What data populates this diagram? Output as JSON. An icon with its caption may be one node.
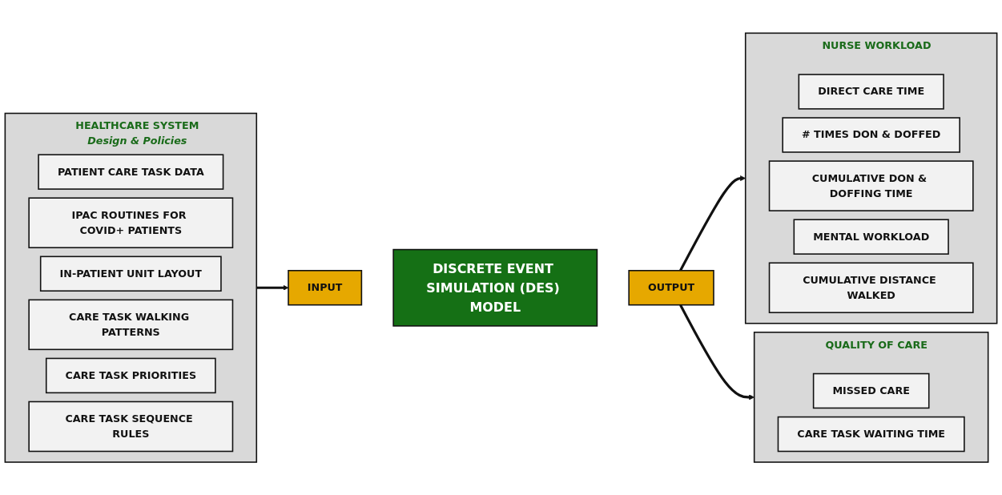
{
  "diagram": {
    "nodes": [
      {
        "text": [
          "HEALTHCARE SYSTEM",
          "Design & Policies"
        ]
      },
      {
        "text": [
          "PATIENT CARE TASK DATA"
        ],
        "in": 0
      },
      {
        "text": [
          "IPAC ROUTINES FOR COVID+ PATIENTS"
        ],
        "in": 0
      },
      {
        "text": [
          "IN-PATIENT UNIT LAYOUT"
        ],
        "in": 0
      },
      {
        "text": [
          "CARE TASK WALKING PATTERNS"
        ],
        "in": 0
      },
      {
        "text": [
          "CARE TASK PRIORITIES"
        ],
        "in": 0
      },
      {
        "text": [
          "CARE TASK SEQUENCE RULES"
        ],
        "in": 0
      },
      {
        "text": [
          "INPUT"
        ]
      },
      {
        "text": [
          "DISCRETE EVENT SIMULATION (DES) MODEL"
        ]
      },
      {
        "text": [
          "OUTPUT"
        ]
      },
      {
        "text": [
          "NURSE WORKLOAD"
        ]
      },
      {
        "text": [
          "DIRECT CARE TIME"
        ],
        "in": 10
      },
      {
        "text": [
          "# TIMES DON & DOFFED"
        ],
        "in": 10
      },
      {
        "text": [
          "CUMULATIVE DON & DOFFING TIME"
        ],
        "in": 10
      },
      {
        "text": [
          "MENTAL WORKLOAD"
        ],
        "in": 10
      },
      {
        "text": [
          "CUMULATIVE DISTANCE WALKED"
        ],
        "in": 10
      },
      {
        "text": [
          "QUALITY OF CARE"
        ]
      },
      {
        "text": [
          "MISSED CARE"
        ],
        "in": 16
      },
      {
        "text": [
          "CARE TASK WAITING TIME"
        ],
        "in": 16
      }
    ],
    "edges": [
      {
        "from": 0,
        "to": 7,
        "arrow": "to"
      },
      {
        "from": 9,
        "to": 10,
        "arrow": "to"
      },
      {
        "from": 9,
        "to": 16,
        "arrow": "to"
      }
    ]
  }
}
